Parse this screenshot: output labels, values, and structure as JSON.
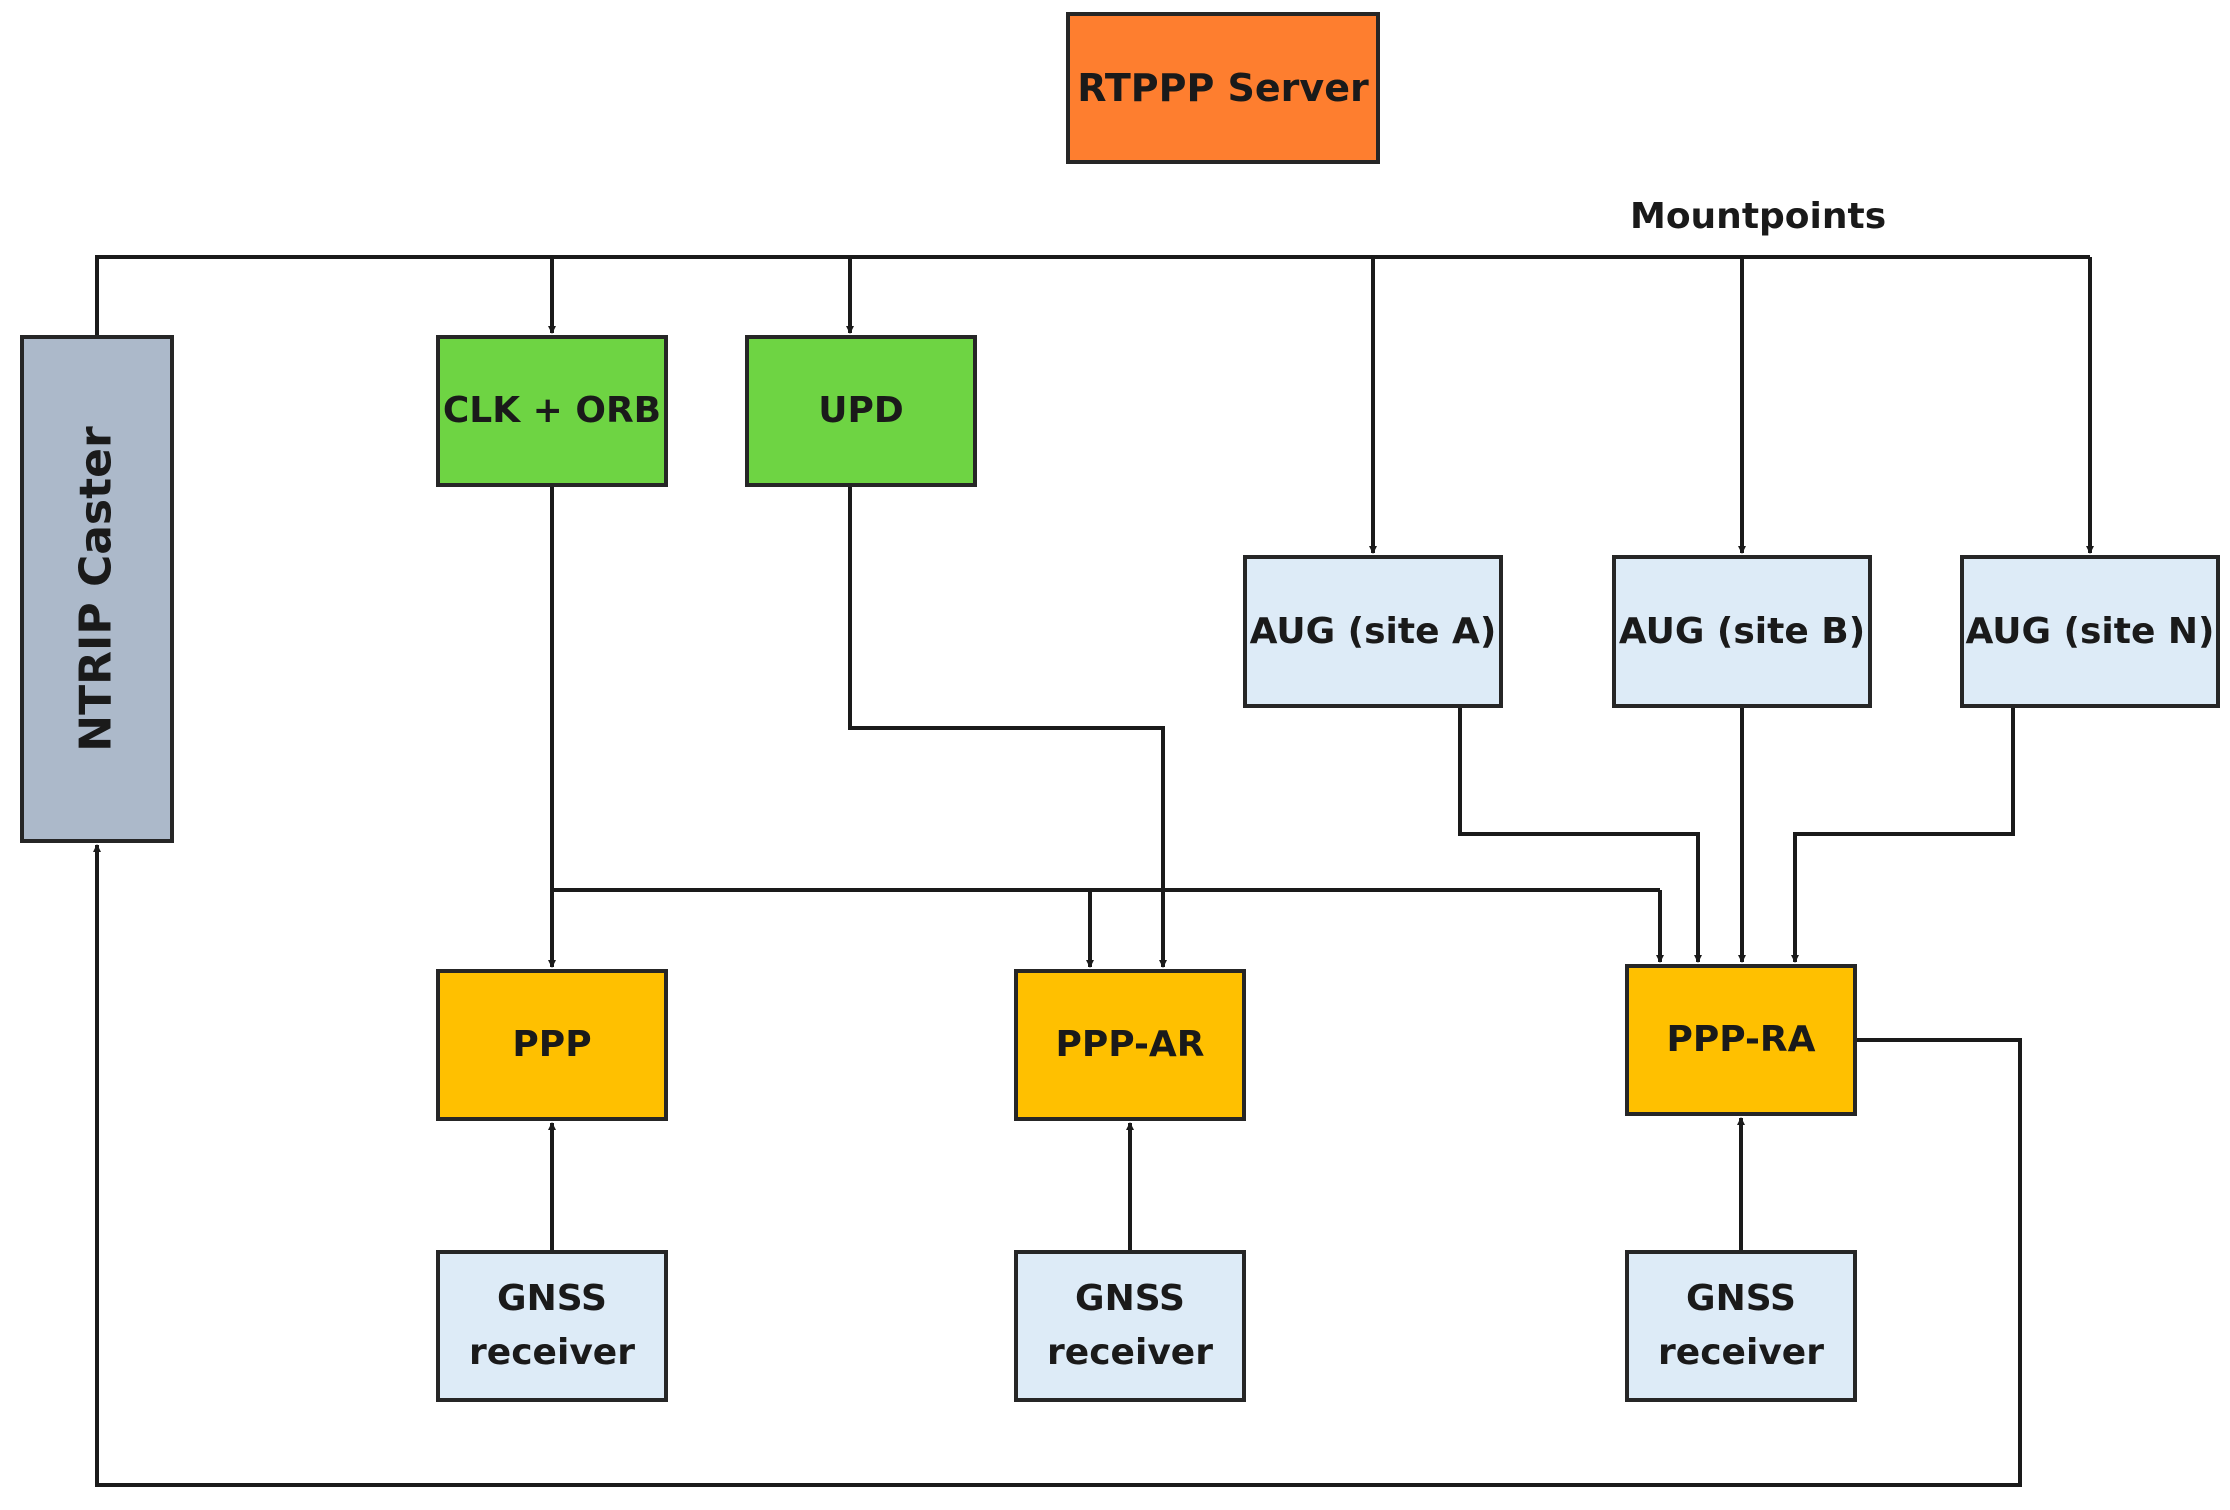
{
  "server": {
    "label": "RTPPP Server",
    "color": "#fe7e2f"
  },
  "mountpoints_label": "Mountpoints",
  "caster": {
    "label": "NTRIP Caster",
    "color": "#acb9ca"
  },
  "products": [
    {
      "id": "clk-orb",
      "label": "CLK + ORB",
      "color": "#6ed443"
    },
    {
      "id": "upd",
      "label": "UPD",
      "color": "#6ed443"
    }
  ],
  "augmentations": [
    {
      "id": "aug-a",
      "label": "AUG (site A)",
      "color": "#ddebf7"
    },
    {
      "id": "aug-b",
      "label": "AUG (site B)",
      "color": "#ddebf7"
    },
    {
      "id": "aug-n",
      "label": "AUG (site N)",
      "color": "#ddebf7"
    }
  ],
  "modes": [
    {
      "id": "ppp",
      "label": "PPP",
      "color": "#ffc000"
    },
    {
      "id": "ppp-ar",
      "label": "PPP-AR",
      "color": "#ffc000"
    },
    {
      "id": "ppp-ra",
      "label": "PPP-RA",
      "color": "#ffc000"
    }
  ],
  "receivers": [
    {
      "id": "gnss-1",
      "label": "GNSS\nreceiver",
      "color": "#ddebf7"
    },
    {
      "id": "gnss-2",
      "label": "GNSS\nreceiver",
      "color": "#ddebf7"
    },
    {
      "id": "gnss-3",
      "label": "GNSS\nreceiver",
      "color": "#ddebf7"
    }
  ],
  "line_color": "#1a1a1a"
}
